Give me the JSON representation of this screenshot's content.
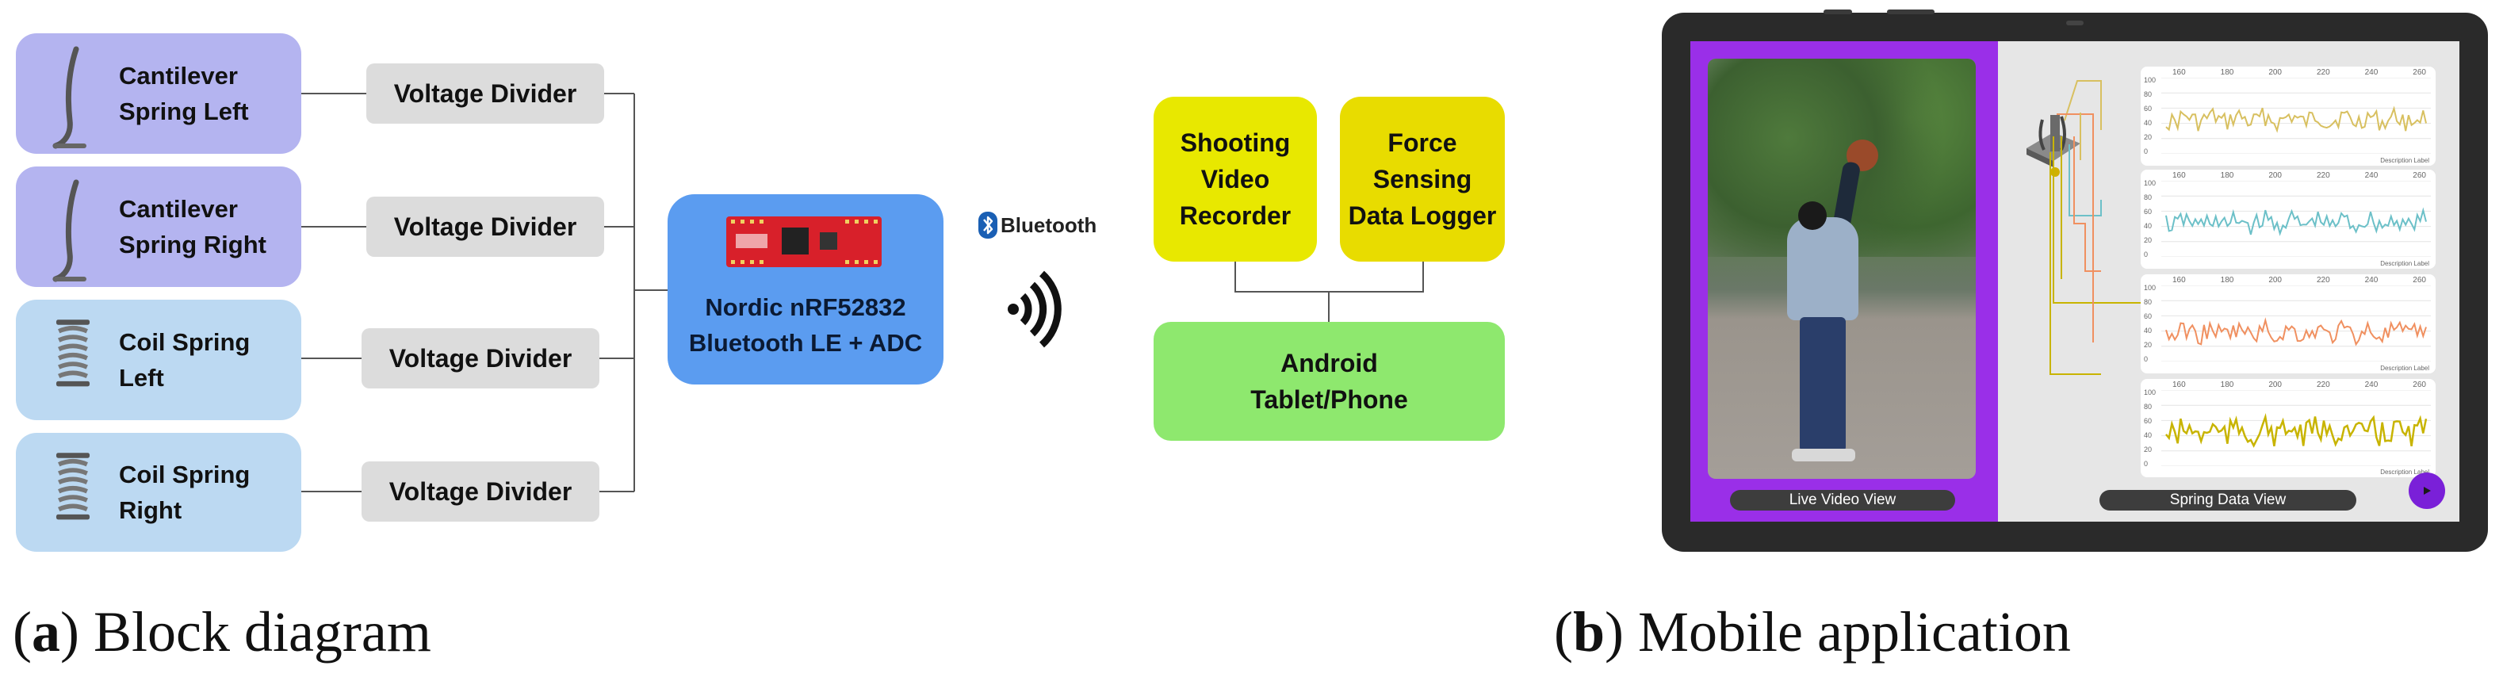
{
  "block_diagram": {
    "sensors": [
      {
        "label": "Cantilever\nSpring Left",
        "icon": "cantilever-spring-icon"
      },
      {
        "label": "Cantilever\nSpring  Right",
        "icon": "cantilever-spring-icon"
      },
      {
        "label": "Coil Spring\nLeft",
        "icon": "coil-spring-icon"
      },
      {
        "label": "Coil Spring\nRight",
        "icon": "coil-spring-icon"
      }
    ],
    "voltage_divider_label": "Voltage Divider",
    "mcu_label": "Nordic nRF52832\nBluetooth LE + ADC",
    "bluetooth_label": "Bluetooth",
    "shooting_label": "Shooting\nVideo\nRecorder",
    "force_label": "Force Sensing\nData Logger",
    "android_label": "Android\nTablet/Phone",
    "colors": {
      "cantilever": "#b4b4f0",
      "coil": "#bcd9f2",
      "mcu": "#5b9cf0",
      "recorder": "#e8e800",
      "android": "#8ee86e"
    }
  },
  "mobile_app": {
    "live_view_label": "Live Video View",
    "spring_view_label": "Spring Data View",
    "x_ticks": [
      "160",
      "180",
      "200",
      "220",
      "240",
      "260"
    ],
    "y_ticks": [
      "100",
      "80",
      "60",
      "40",
      "20",
      "0"
    ],
    "chart_footer": "Description Label",
    "trace_colors": [
      "#d8c060",
      "#6cc0c8",
      "#f09060",
      "#c8b400"
    ]
  },
  "captions": {
    "a_letter": "a",
    "a_text": "Block diagram",
    "b_letter": "b",
    "b_text": "Mobile application"
  }
}
